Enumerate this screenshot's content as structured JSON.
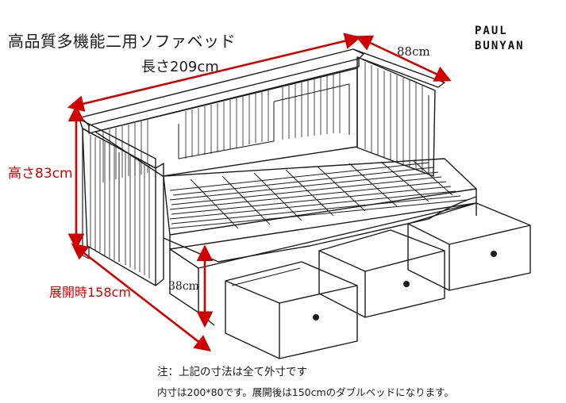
{
  "title": "高品質多機能二用ソファベッド",
  "dimensions": {
    "length": "長さ209cm",
    "depth": "88cm",
    "height": "高さ83cm",
    "expanded": "展開時158cm",
    "drawer_height": "38cm"
  },
  "brand": {
    "line1": "PAUL",
    "line2": "BUNYAN"
  },
  "notes": {
    "line1": "注：上記の寸法は全て外寸です",
    "line2": "内寸は200*80です。展開後は150cmのダブルベッドになります。"
  },
  "colors": {
    "arrow": "#d00000",
    "line": "#1a1a1a",
    "background": "#ffffff"
  }
}
